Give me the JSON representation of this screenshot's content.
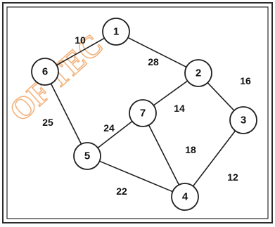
{
  "watermark": {
    "text": "OF TEC",
    "color": "#f2a86a"
  },
  "graph": {
    "nodes": [
      {
        "id": "1",
        "label": "1"
      },
      {
        "id": "2",
        "label": "2"
      },
      {
        "id": "3",
        "label": "3"
      },
      {
        "id": "4",
        "label": "4"
      },
      {
        "id": "5",
        "label": "5"
      },
      {
        "id": "6",
        "label": "6"
      },
      {
        "id": "7",
        "label": "7"
      }
    ],
    "edges": [
      {
        "from": "1",
        "to": "6",
        "weight": "10"
      },
      {
        "from": "1",
        "to": "2",
        "weight": "28"
      },
      {
        "from": "2",
        "to": "3",
        "weight": "16"
      },
      {
        "from": "2",
        "to": "7",
        "weight": "14"
      },
      {
        "from": "6",
        "to": "5",
        "weight": "25"
      },
      {
        "from": "5",
        "to": "7",
        "weight": "24"
      },
      {
        "from": "7",
        "to": "4",
        "weight": "18"
      },
      {
        "from": "3",
        "to": "4",
        "weight": "12"
      },
      {
        "from": "5",
        "to": "4",
        "weight": "22"
      }
    ]
  }
}
